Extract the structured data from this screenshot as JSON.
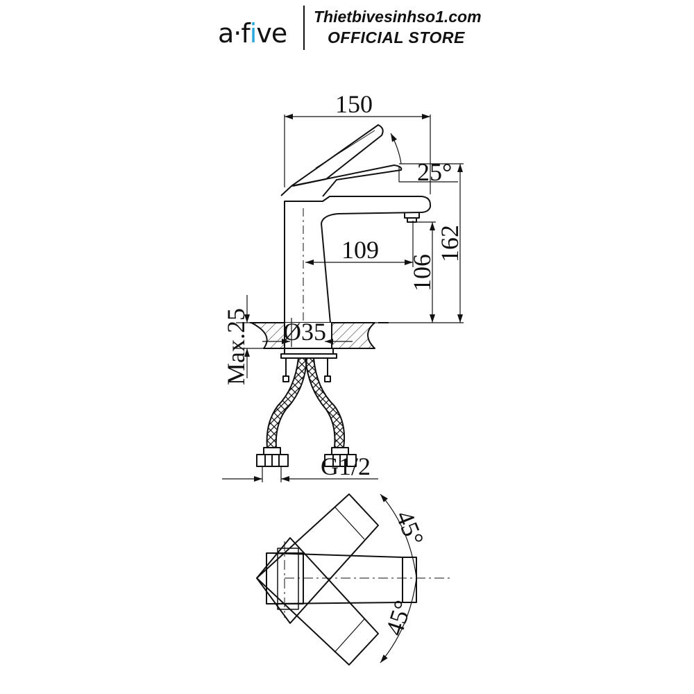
{
  "brand": {
    "logo_text_pre": "a",
    "logo_text_mid": "·f",
    "logo_text_i": "i",
    "logo_text_post": "ve",
    "store_url": "Thietbivesinhso1.com",
    "store_name": "OFFICIAL STORE",
    "accent_color": "#2aa7dc"
  },
  "drawing": {
    "dimensions": {
      "overall_length": "150",
      "lever_angle": "25°",
      "overall_height": "162",
      "spout_reach": "109",
      "spout_height": "106",
      "max_deck": "Max.25",
      "hole_diameter": "Ø35",
      "thread": "G1/2",
      "rotation_left": "45°",
      "rotation_right": "45°"
    },
    "line_color": "#111111"
  }
}
